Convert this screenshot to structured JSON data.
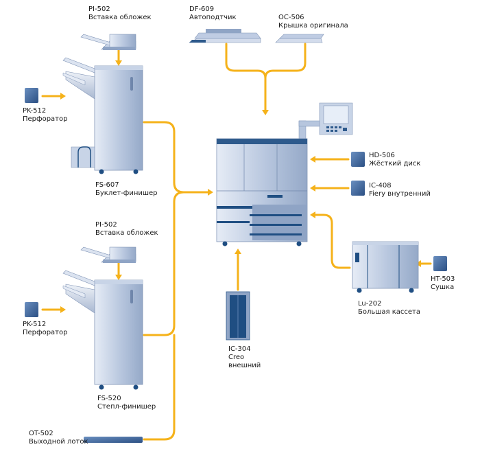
{
  "labels": {
    "pi_top": {
      "model": "PI-502",
      "desc": "Вставка обложек"
    },
    "df": {
      "model": "DF-609",
      "desc": "Автоподтчик"
    },
    "oc": {
      "model": "OC-506",
      "desc": "Крышка оригинала"
    },
    "pk_top": {
      "model": "PK-512",
      "desc": "Перфоратор"
    },
    "fs607": {
      "model": "FS-607",
      "desc": "Буклет-финишер"
    },
    "hd": {
      "model": "HD-506",
      "desc": "Жёсткий диск"
    },
    "ic408": {
      "model": "IC-408",
      "desc": "Fiery внутренний"
    },
    "pi_bottom": {
      "model": "PI-502",
      "desc": "Вставка обложек"
    },
    "lu": {
      "model": "Lu-202",
      "desc": "Большая кассета"
    },
    "ht": {
      "model": "HT-503",
      "desc": "Сушка"
    },
    "pk_bottom": {
      "model": "PK-512",
      "desc": "Перфоратор"
    },
    "ic304": {
      "model": "IC-304",
      "line2": "Creo",
      "line3": "внешний"
    },
    "fs520": {
      "model": "FS-520",
      "desc": "Степл-финишер"
    },
    "ot": {
      "model": "OT-502",
      "desc": "Выходной лоток"
    }
  },
  "colors": {
    "connector": "#f5b21a",
    "device_body": "#aebfd9",
    "device_dark": "#2e5a8c",
    "device_accent": "#1f4e82"
  }
}
